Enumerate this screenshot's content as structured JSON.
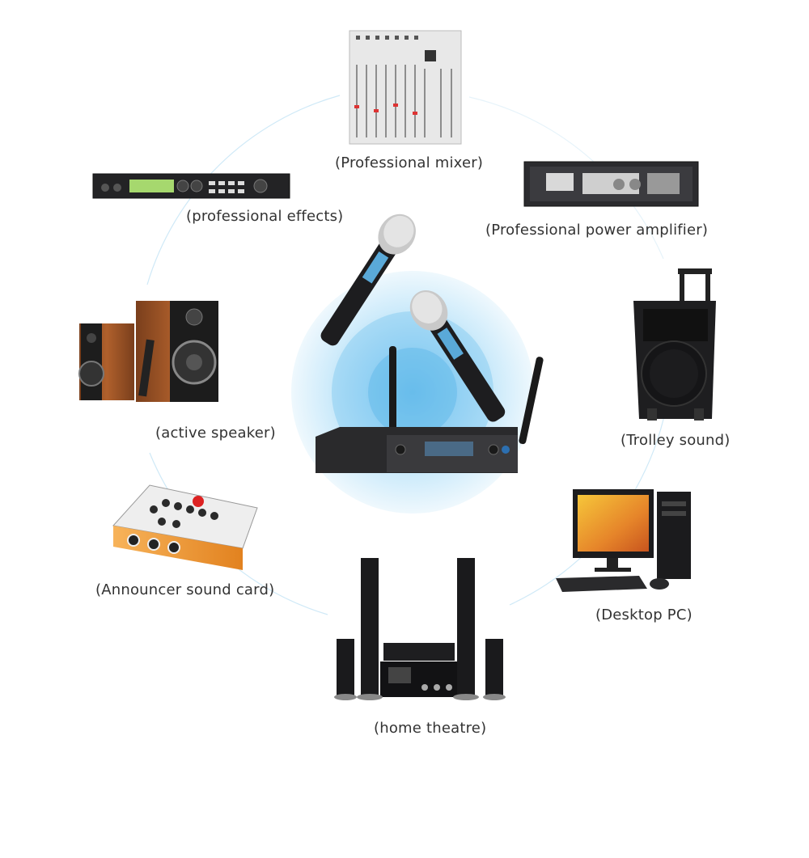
{
  "devices": {
    "mixer": {
      "label": "(Professional mixer)",
      "icon": "mixer-icon"
    },
    "power_amplifier": {
      "label": "(Professional power amplifier)",
      "icon": "power-amplifier-icon"
    },
    "trolley": {
      "label": "(Trolley sound)",
      "icon": "trolley-speaker-icon"
    },
    "desktop_pc": {
      "label": "(Desktop PC)",
      "icon": "desktop-pc-icon"
    },
    "home_theatre": {
      "label": "(home theatre)",
      "icon": "home-theatre-icon"
    },
    "sound_card": {
      "label": "(Announcer sound card)",
      "icon": "sound-card-icon"
    },
    "active_speaker": {
      "label": "(active speaker)",
      "icon": "active-speaker-icon"
    },
    "effects": {
      "label": "(professional effects)",
      "icon": "effects-processor-icon"
    }
  },
  "center": {
    "icon": "wireless-microphone-system-icon"
  },
  "colors": {
    "ring": "#bfe3f5",
    "halo_outer": "#e3f4fd",
    "halo_mid": "#a9dcf6",
    "halo_inner": "#6fc1ee",
    "label": "#333333"
  }
}
